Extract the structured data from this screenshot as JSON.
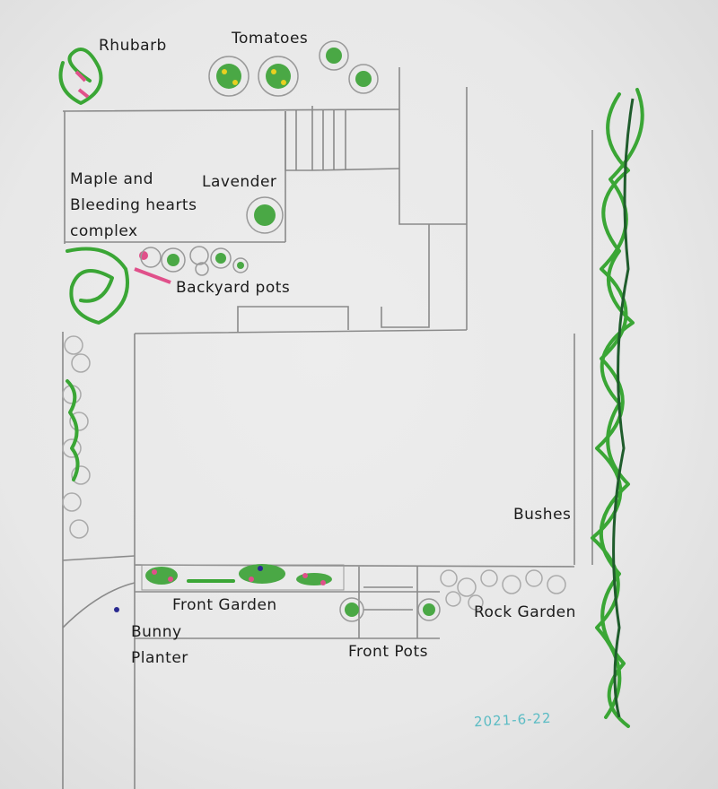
{
  "labels": {
    "rhubarb": "Rhubarb",
    "tomatoes": "Tomatoes",
    "maple": "Maple and\nBleeding hearts\ncomplex",
    "lavender": "Lavender",
    "backyard_pots": "Backyard pots",
    "bushes": "Bushes",
    "front_garden": "Front Garden",
    "bunny_planter": "Bunny\nPlanter",
    "front_pots": "Front Pots",
    "rock_garden": "Rock Garden"
  },
  "date": "2021-6-22",
  "colors": {
    "paper": "#e9e9e9",
    "pencil": "#8a8a8a",
    "plant": "#3aa635",
    "dark_plant": "#1f5c2c",
    "flower_pink": "#e0508a",
    "flower_yellow": "#e8d020",
    "date_ink": "#5cbcc4"
  }
}
